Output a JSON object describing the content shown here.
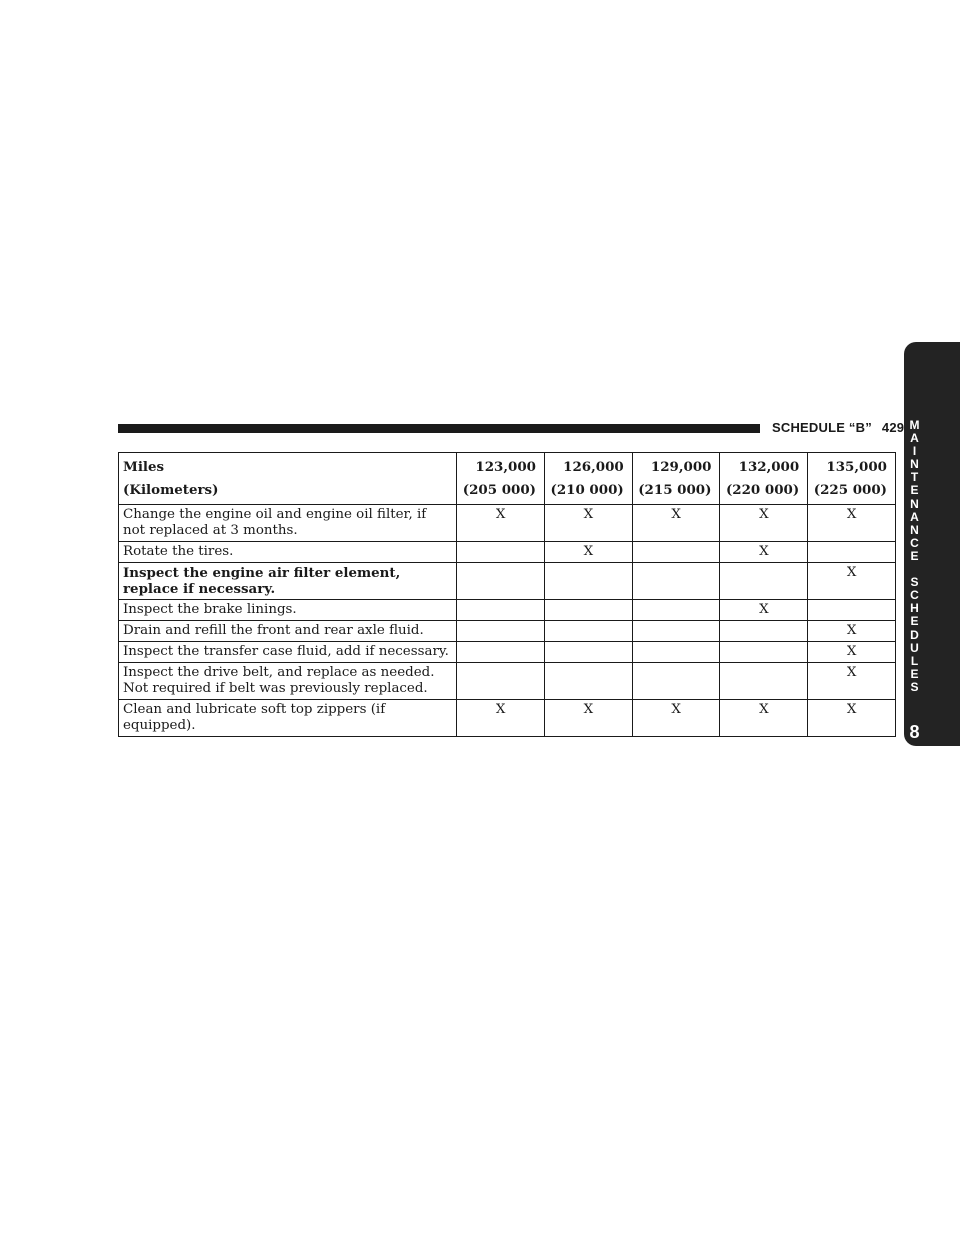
{
  "header": {
    "section_title": "SCHEDULE “B”",
    "page_number": "429"
  },
  "side_tab": {
    "letters": [
      "M",
      "A",
      "I",
      "N",
      "T",
      "E",
      "N",
      "A",
      "N",
      "C",
      "E",
      "",
      "S",
      "C",
      "H",
      "E",
      "D",
      "U",
      "L",
      "E",
      "S"
    ],
    "chapter_number": "8"
  },
  "table": {
    "header_label_miles": "Miles",
    "header_label_km": "(Kilometers)",
    "columns": [
      {
        "miles": "123,000",
        "km": "(205 000)"
      },
      {
        "miles": "126,000",
        "km": "(210 000)"
      },
      {
        "miles": "129,000",
        "km": "(215 000)"
      },
      {
        "miles": "132,000",
        "km": "(220 000)"
      },
      {
        "miles": "135,000",
        "km": "(225 000)"
      }
    ],
    "rows": [
      {
        "task": "Change the engine oil and engine oil filter, if not replaced at 3 months.",
        "bold": false,
        "marks": [
          "X",
          "X",
          "X",
          "X",
          "X"
        ]
      },
      {
        "task": "Rotate the tires.",
        "bold": false,
        "marks": [
          "",
          "X",
          "",
          "X",
          ""
        ]
      },
      {
        "task": "Inspect the engine air filter element, replace if necessary.",
        "bold": true,
        "marks": [
          "",
          "",
          "",
          "",
          "X"
        ]
      },
      {
        "task": "Inspect the brake linings.",
        "bold": false,
        "marks": [
          "",
          "",
          "",
          "X",
          ""
        ]
      },
      {
        "task": "Drain and refill the front and rear axle fluid.",
        "bold": false,
        "marks": [
          "",
          "",
          "",
          "",
          "X"
        ]
      },
      {
        "task": "Inspect the transfer case fluid, add if necessary.",
        "bold": false,
        "marks": [
          "",
          "",
          "",
          "",
          "X"
        ]
      },
      {
        "task": "Inspect the drive belt, and replace as needed. Not required if belt was previously replaced.",
        "bold": false,
        "marks": [
          "",
          "",
          "",
          "",
          "X"
        ]
      },
      {
        "task": "Clean and lubricate soft top zippers (if equipped).",
        "bold": false,
        "marks": [
          "X",
          "X",
          "X",
          "X",
          "X"
        ]
      }
    ]
  }
}
